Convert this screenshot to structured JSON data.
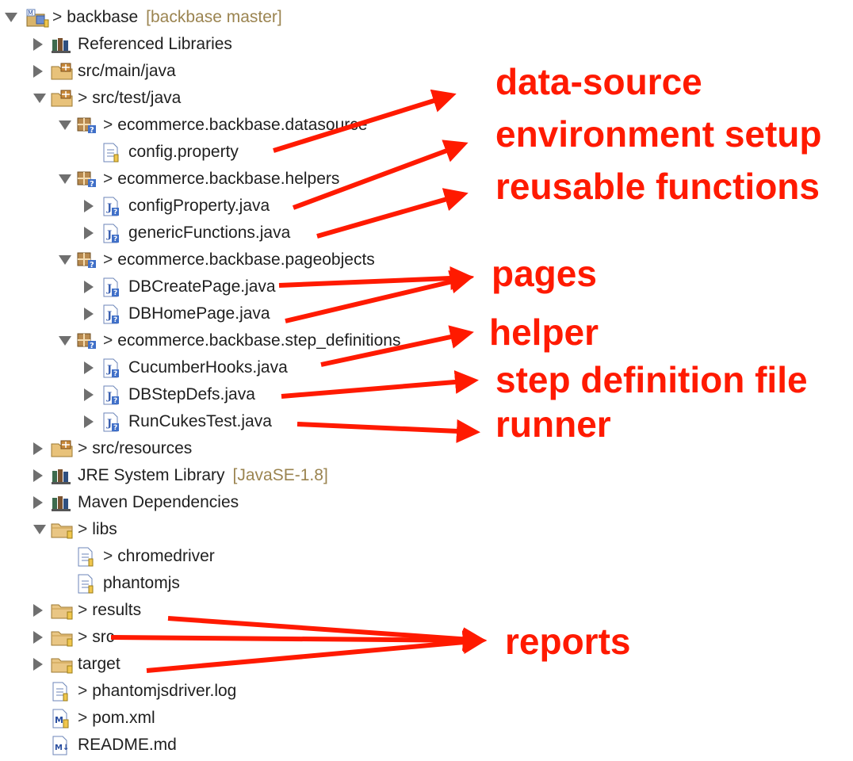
{
  "tree": {
    "root": {
      "label": "backbase",
      "decorator": ">",
      "extra": "[backbase master]"
    },
    "items": [
      {
        "label": "Referenced Libraries",
        "decorator": "",
        "icon": "library-icon"
      },
      {
        "label": "src/main/java",
        "decorator": "",
        "icon": "source-folder-icon"
      },
      {
        "label": "src/test/java",
        "decorator": ">",
        "icon": "source-folder-icon"
      },
      {
        "label": "ecommerce.backbase.datasource",
        "decorator": ">",
        "icon": "package-icon"
      },
      {
        "label": "config.property",
        "decorator": "",
        "icon": "file-icon"
      },
      {
        "label": "ecommerce.backbase.helpers",
        "decorator": ">",
        "icon": "package-icon"
      },
      {
        "label": "configProperty.java",
        "decorator": "",
        "icon": "java-file-icon"
      },
      {
        "label": "genericFunctions.java",
        "decorator": "",
        "icon": "java-file-icon"
      },
      {
        "label": "ecommerce.backbase.pageobjects",
        "decorator": ">",
        "icon": "package-icon"
      },
      {
        "label": "DBCreatePage.java",
        "decorator": "",
        "icon": "java-file-icon"
      },
      {
        "label": "DBHomePage.java",
        "decorator": "",
        "icon": "java-file-icon"
      },
      {
        "label": "ecommerce.backbase.step_definitions",
        "decorator": ">",
        "icon": "package-icon"
      },
      {
        "label": "CucumberHooks.java",
        "decorator": "",
        "icon": "java-file-icon"
      },
      {
        "label": "DBStepDefs.java",
        "decorator": "",
        "icon": "java-file-icon"
      },
      {
        "label": "RunCukesTest.java",
        "decorator": "",
        "icon": "java-file-icon"
      },
      {
        "label": "src/resources",
        "decorator": ">",
        "icon": "source-folder-icon"
      },
      {
        "label": "JRE System Library",
        "decorator": "",
        "extra": "[JavaSE-1.8]",
        "icon": "library-icon"
      },
      {
        "label": "Maven Dependencies",
        "decorator": "",
        "icon": "library-icon"
      },
      {
        "label": "libs",
        "decorator": ">",
        "icon": "folder-icon"
      },
      {
        "label": "chromedriver",
        "decorator": ">",
        "icon": "file-icon"
      },
      {
        "label": "phantomjs",
        "decorator": "",
        "icon": "file-icon"
      },
      {
        "label": "results",
        "decorator": ">",
        "icon": "folder-icon"
      },
      {
        "label": "src",
        "decorator": ">",
        "icon": "folder-icon"
      },
      {
        "label": "target",
        "decorator": "",
        "icon": "folder-icon"
      },
      {
        "label": "phantomjsdriver.log",
        "decorator": ">",
        "icon": "file-icon"
      },
      {
        "label": "pom.xml",
        "decorator": ">",
        "icon": "maven-file-icon"
      },
      {
        "label": "README.md",
        "decorator": "",
        "icon": "markdown-file-icon"
      }
    ]
  },
  "annotations": {
    "data_source": "data-source",
    "environment_setup": "environment setup",
    "reusable_functions": "reusable functions",
    "pages": "pages",
    "helper": "helper",
    "step_definition_file": "step definition file",
    "runner": "runner",
    "reports": "reports"
  },
  "colors": {
    "annotation": "#ff1a00",
    "decorator_extra": "#9b8450"
  }
}
